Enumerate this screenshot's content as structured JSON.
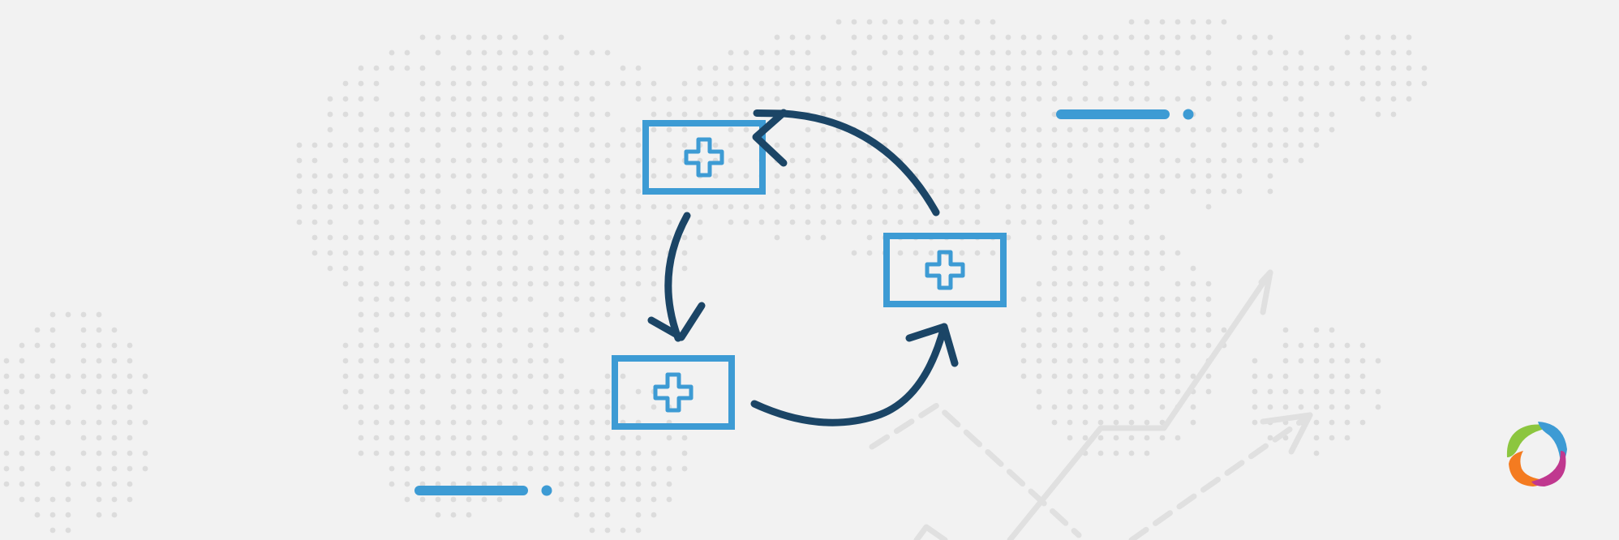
{
  "colors": {
    "background": "#f2f2f2",
    "dot_map": "#dcdcdc",
    "trend_lines": "#e0e0e0",
    "card_stroke": "#3d9bd4",
    "cycle_arrows": "#1b4566",
    "accent_dash": "#3d9bd4",
    "logo_green": "#8cc63f",
    "logo_blue": "#3d9bd4",
    "logo_orange": "#f47b20",
    "logo_magenta": "#c0388f"
  },
  "icons": {
    "insurance_card": "medical-cross-card-icon",
    "cycle_arrow": "curved-arrow-icon",
    "logo": "ring-logo-icon"
  },
  "diagram": {
    "nodes": [
      {
        "id": "card-top",
        "icon": "medical-cross-card-icon"
      },
      {
        "id": "card-right",
        "icon": "medical-cross-card-icon"
      },
      {
        "id": "card-bottom",
        "icon": "medical-cross-card-icon"
      }
    ],
    "edges": [
      {
        "from": "card-right",
        "to": "card-top"
      },
      {
        "from": "card-top",
        "to": "card-bottom"
      },
      {
        "from": "card-bottom",
        "to": "card-right"
      }
    ]
  }
}
